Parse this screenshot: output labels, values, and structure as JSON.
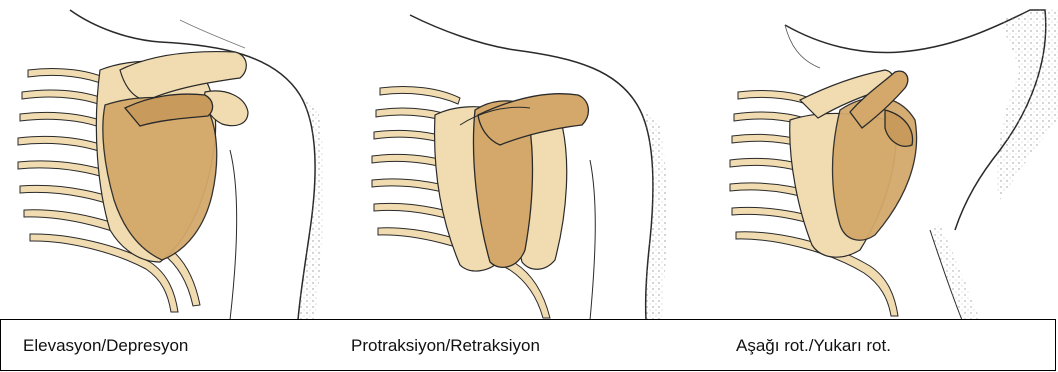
{
  "panels": [
    {
      "caption": "Elevasyon/Depresyon"
    },
    {
      "caption": "Protraksiyon/Retraksiyon"
    },
    {
      "caption": "Aşağı rot./Yukarı rot."
    }
  ],
  "colors": {
    "bone_light": "#f1dcb1",
    "bone_dark": "#d3a86a",
    "outline": "#2a2a2a",
    "skin_shade": "#9a9a9a"
  }
}
